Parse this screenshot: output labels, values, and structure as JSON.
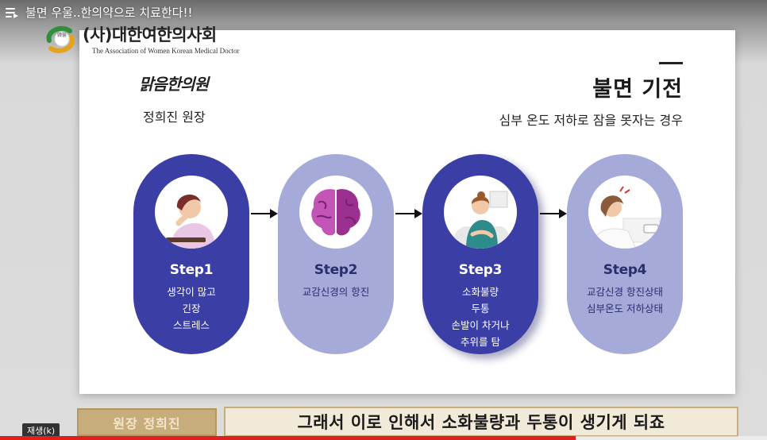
{
  "video": {
    "title": "불면 우울..한의약으로 치료한다!!"
  },
  "org": {
    "name_ko": "(사)대한여한의사회",
    "name_en": "The Association of Women Korean Medical Doctor",
    "badge": "韓醫"
  },
  "slide": {
    "brand_script": "맑음한의원",
    "doctor": "정희진 원장",
    "title": "불면 기전",
    "subtitle": "심부 온도 저하로 잠을 못자는 경우"
  },
  "steps": [
    {
      "label": "Step1",
      "lines": [
        "생각이 많고",
        "긴장",
        "스트레스"
      ]
    },
    {
      "label": "Step2",
      "lines": [
        "교감신경의 항진"
      ]
    },
    {
      "label": "Step3",
      "lines": [
        "소화불량",
        "두통",
        "손발이 차거나",
        "추위를 탐"
      ]
    },
    {
      "label": "Step4",
      "lines": [
        "교감신경 항진상태",
        "심부온도 저하상태"
      ]
    }
  ],
  "caption": {
    "speaker": "원장 정희진",
    "text": "그래서 이로 인해서 소화불량과 두통이 생기게 되죠"
  },
  "player": {
    "play_hint": "재생(k)",
    "progress": 0.75
  },
  "colors": {
    "dark_pill": "#3b3fa5",
    "light_pill": "#a5aad8",
    "caption_gold": "#c7ad7c",
    "progress_red": "#e02020"
  }
}
